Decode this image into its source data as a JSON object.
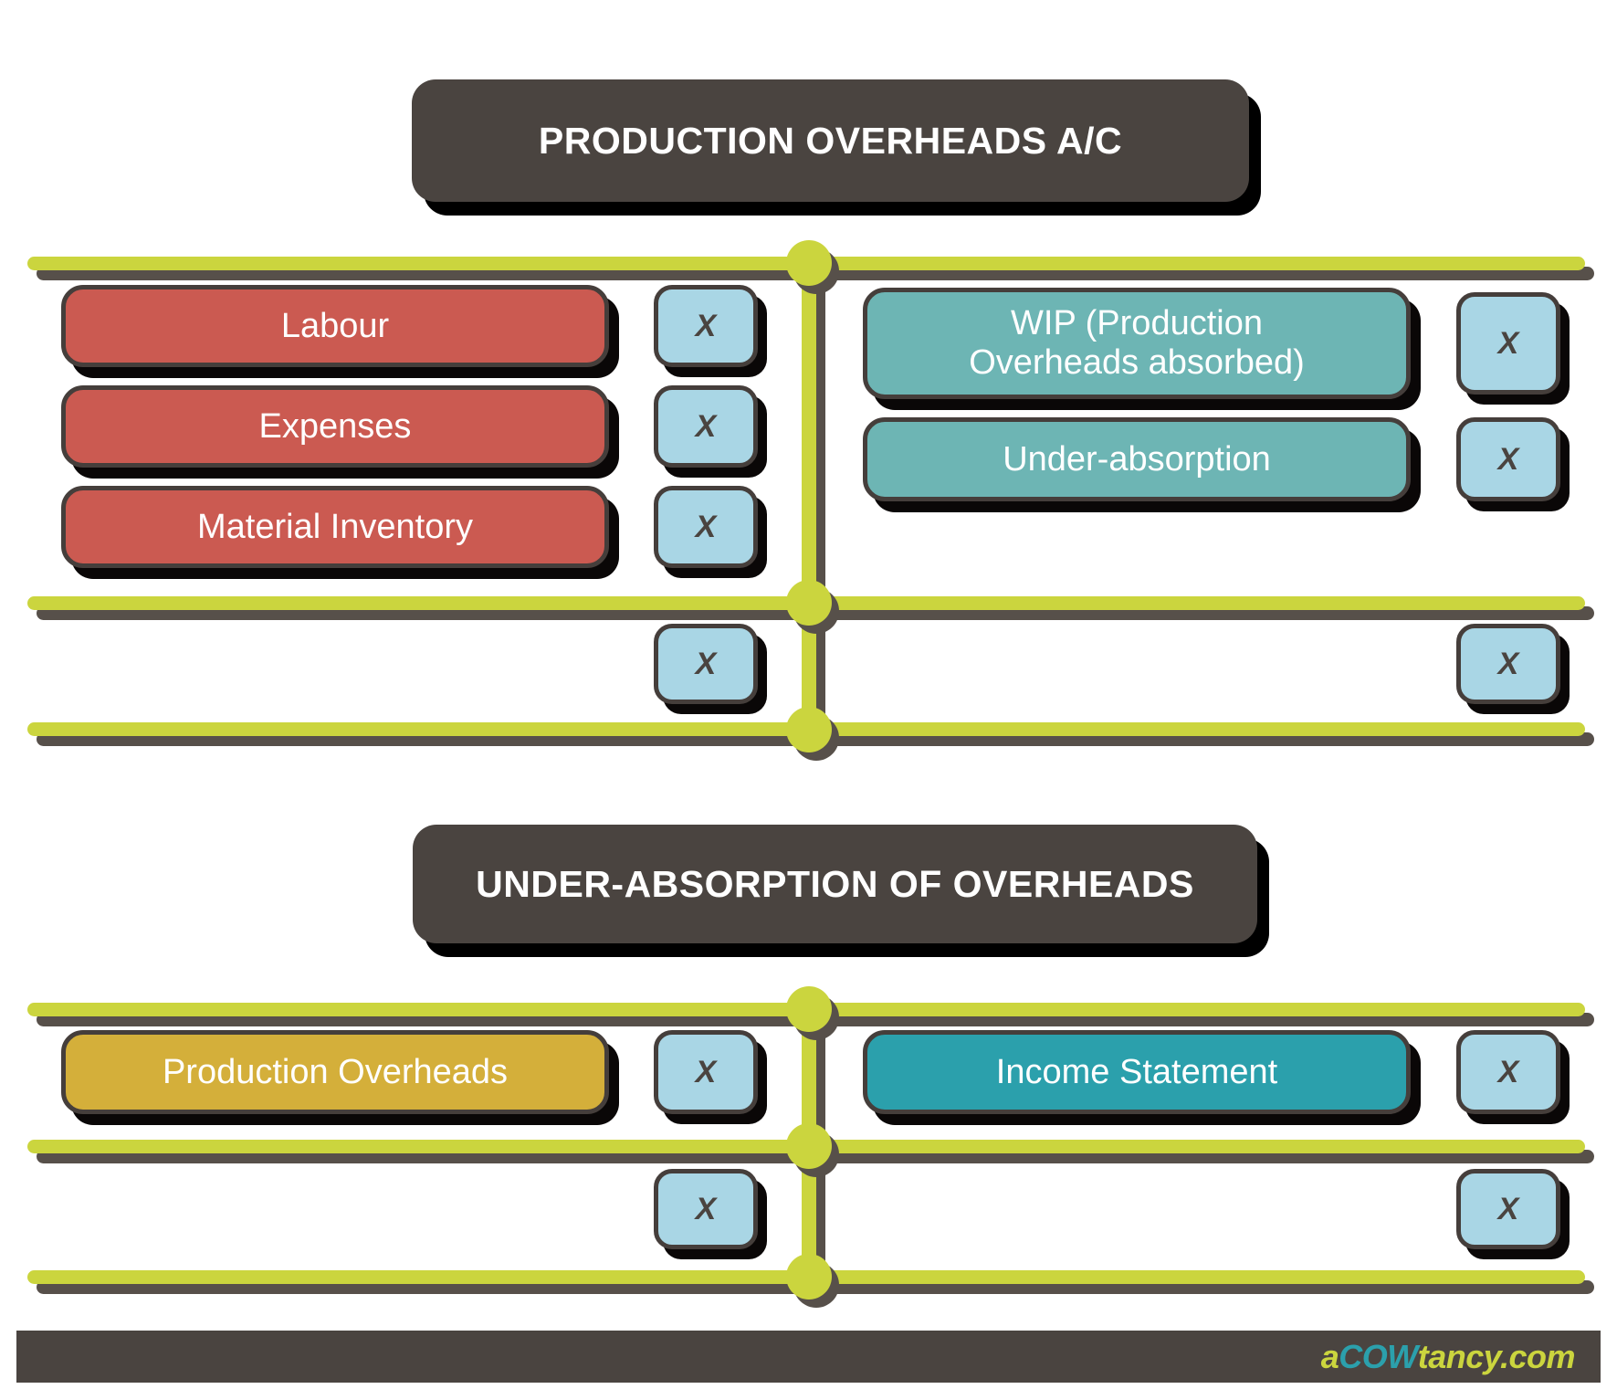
{
  "page": {
    "background": "#ffffff"
  },
  "colors": {
    "line": "#cbd53e",
    "line_shadow": "#57504a",
    "header_bg": "#4a4440",
    "debit_entry_account1": "#cb5a51",
    "credit_entry_account1": "#6db5b4",
    "debit_entry_account2": "#d4af3a",
    "credit_entry_account2": "#2ba0ac",
    "amount_box": "#a9d6e5",
    "footer_bg": "#4a4440",
    "logo_lime": "#cbd53e",
    "logo_cyan": "#2ba0ac"
  },
  "accounts": [
    {
      "title": "PRODUCTION OVERHEADS A/C",
      "debit_entries": [
        {
          "label": "Labour",
          "amount": "X"
        },
        {
          "label": "Expenses",
          "amount": "X"
        },
        {
          "label": "Material Inventory",
          "amount": "X"
        }
      ],
      "credit_entries": [
        {
          "label": "WIP (Production Overheads absorbed)",
          "amount": "X"
        },
        {
          "label": "Under-absorption",
          "amount": "X"
        }
      ],
      "debit_total": "X",
      "credit_total": "X"
    },
    {
      "title": "UNDER-ABSORPTION OF OVERHEADS",
      "debit_entries": [
        {
          "label": "Production Overheads",
          "amount": "X"
        }
      ],
      "credit_entries": [
        {
          "label": "Income Statement",
          "amount": "X"
        }
      ],
      "debit_total": "X",
      "credit_total": "X"
    }
  ],
  "footer": {
    "logo_prefix": "a",
    "logo_highlight": "COW",
    "logo_suffix": "tancy.com"
  }
}
